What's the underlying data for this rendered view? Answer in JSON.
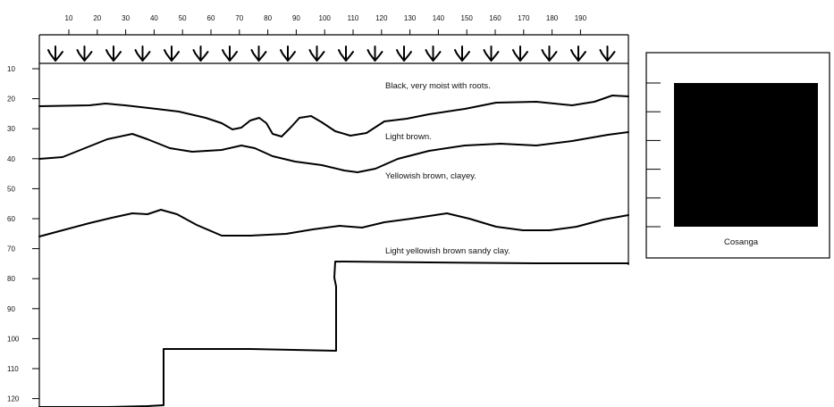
{
  "profile": {
    "x_ticks": [
      "10",
      "20",
      "30",
      "40",
      "50",
      "60",
      "70",
      "80",
      "90",
      "100",
      "110",
      "120",
      "130",
      "140",
      "150",
      "160",
      "170",
      "180",
      "190"
    ],
    "y_ticks": [
      "10",
      "20",
      "30",
      "40",
      "50",
      "60",
      "70",
      "80",
      "90",
      "100",
      "110",
      "120"
    ],
    "root_symbol_count": 20,
    "layers": [
      {
        "label": "Black, very moist with roots."
      },
      {
        "label": "Light brown."
      },
      {
        "label": "Yellowish brown, clayey."
      },
      {
        "label": "Light yellowish brown sandy clay."
      }
    ]
  },
  "legend": {
    "label": "Cosanga",
    "swatch_color": "#000000"
  }
}
